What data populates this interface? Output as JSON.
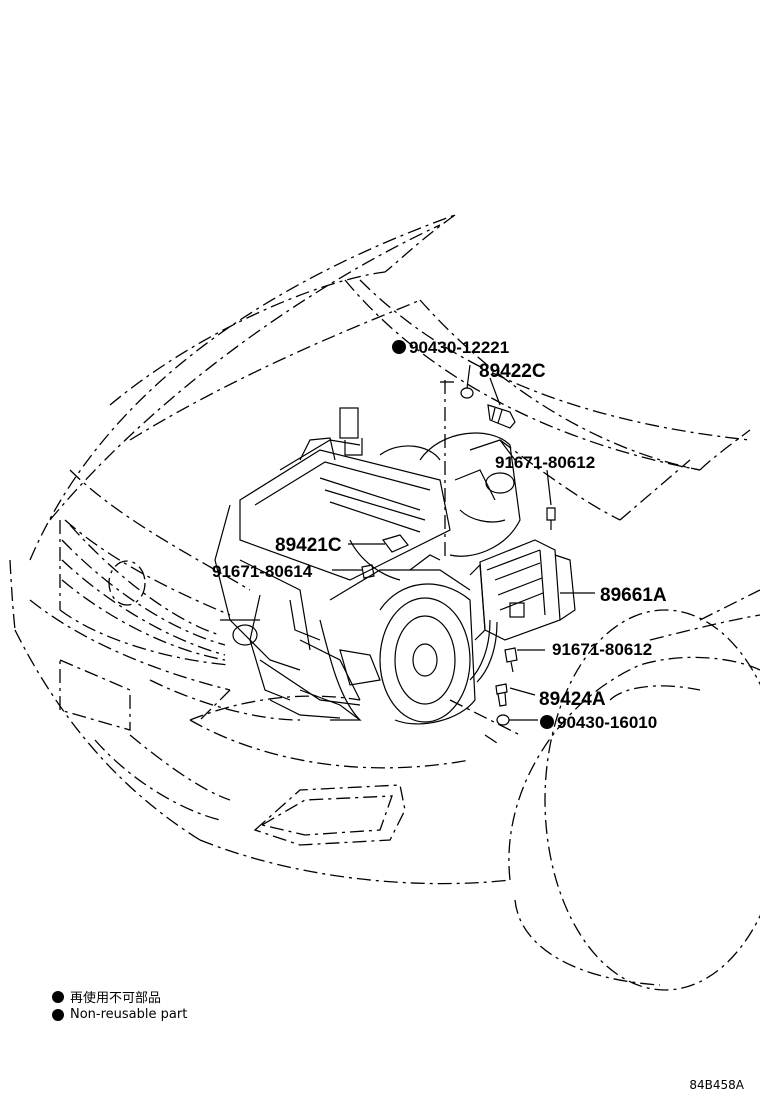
{
  "callouts": [
    {
      "id": "c1",
      "part_number": "90430-12221",
      "non_reusable": true
    },
    {
      "id": "c2",
      "part_number": "89422C",
      "non_reusable": false
    },
    {
      "id": "c3",
      "part_number": "91671-80612",
      "non_reusable": false
    },
    {
      "id": "c4",
      "part_number": "89421C",
      "non_reusable": false
    },
    {
      "id": "c5",
      "part_number": "91671-80614",
      "non_reusable": false
    },
    {
      "id": "c6",
      "part_number": "89661A",
      "non_reusable": false
    },
    {
      "id": "c7",
      "part_number": "91671-80612",
      "non_reusable": false
    },
    {
      "id": "c8",
      "part_number": "89424A",
      "non_reusable": false
    },
    {
      "id": "c9",
      "part_number": "90430-16010",
      "non_reusable": true
    }
  ],
  "legend": {
    "jp": "再使用不可部品",
    "en": "Non-reusable part"
  },
  "figure_code": "84B458A",
  "colors": {
    "ink": "#000000",
    "background": "#ffffff"
  }
}
